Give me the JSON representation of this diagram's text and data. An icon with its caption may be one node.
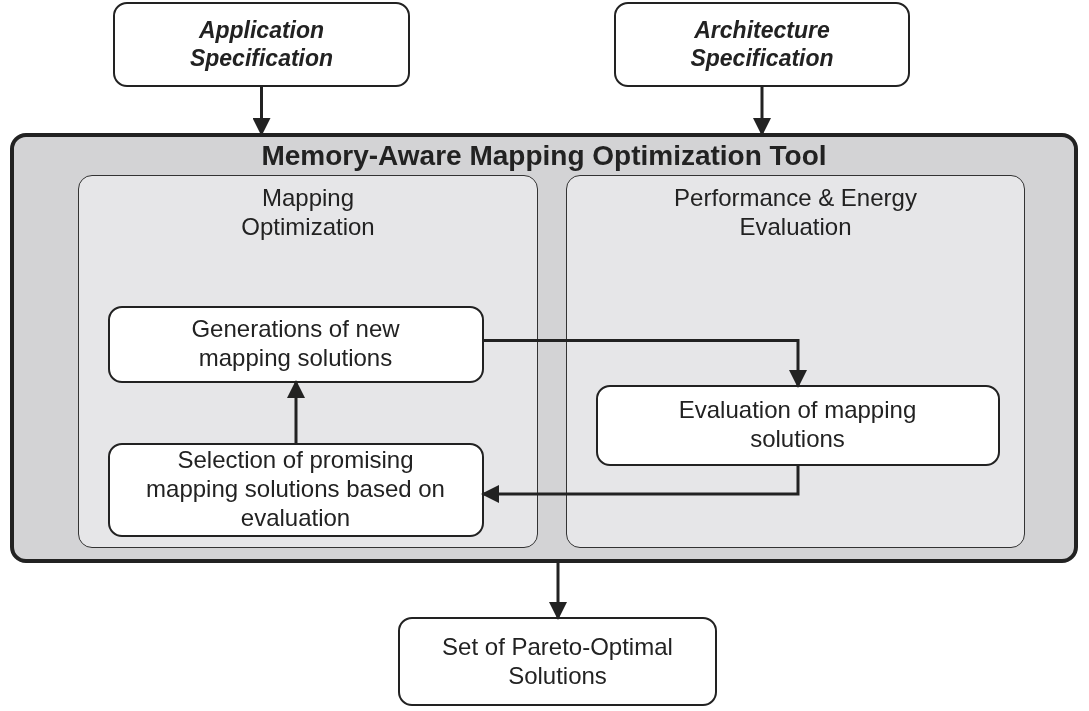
{
  "diagram": {
    "nodes": [
      {
        "text": [
          "Application Specification"
        ]
      },
      {
        "text": [
          "Architecture Specification"
        ]
      },
      {
        "text": [
          "Memory-Aware Mapping Optimization Tool"
        ]
      },
      {
        "text": [
          "Mapping Optimization"
        ],
        "in": 2
      },
      {
        "text": [
          "Performance & Energy Evaluation"
        ],
        "in": 2
      },
      {
        "text": [
          "Generations of new mapping solutions"
        ],
        "in": 3
      },
      {
        "text": [
          "Selection of promising mapping solutions based on evaluation"
        ],
        "in": 3
      },
      {
        "text": [
          "Evaluation of mapping solutions"
        ],
        "in": 4
      },
      {
        "text": [
          "Set of Pareto-Optimal Solutions"
        ]
      }
    ],
    "edges": [
      {
        "from": 0,
        "to": 2,
        "arrow": "to"
      },
      {
        "from": 1,
        "to": 2,
        "arrow": "to"
      },
      {
        "from": 5,
        "to": 7,
        "arrow": "to"
      },
      {
        "from": 7,
        "to": 6,
        "arrow": "to"
      },
      {
        "from": 6,
        "to": 5,
        "arrow": "to"
      },
      {
        "from": 2,
        "to": 8,
        "arrow": "to"
      }
    ]
  }
}
